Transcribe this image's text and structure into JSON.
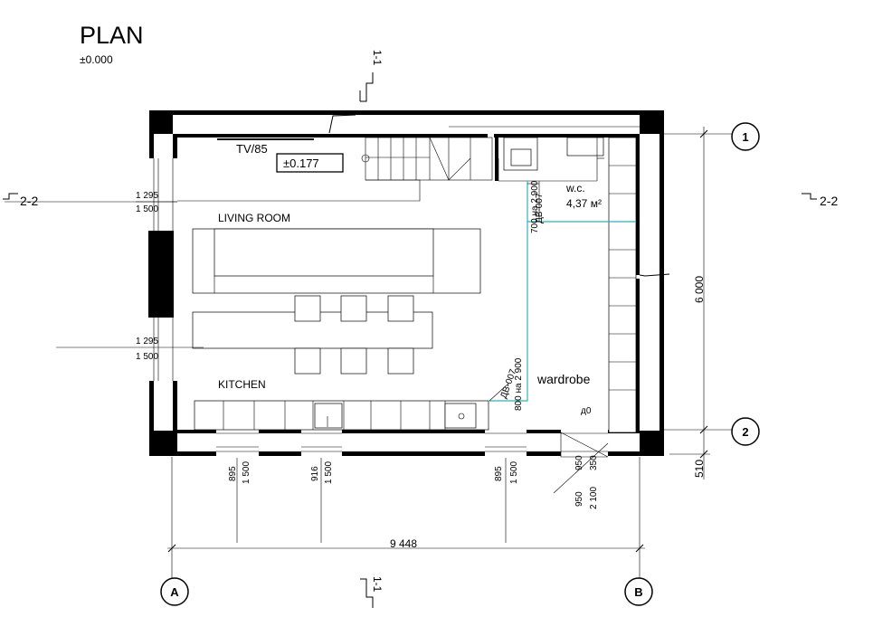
{
  "title": "PLAN",
  "level": "±0.000",
  "tv_label": "TV/85",
  "floor_level": "±0.177",
  "rooms": {
    "living": "LIVING ROOM",
    "kitchen": "KITCHEN",
    "wardrobe": "wardrobe",
    "wc_name": "w.c.",
    "wc_area": "4,37 м²"
  },
  "section_marks": {
    "top": "1-1",
    "bottom": "1-1",
    "left": "2-2",
    "right": "2-2"
  },
  "axes": {
    "row_1": "1",
    "row_2": "2",
    "col_a": "A",
    "col_b": "B"
  },
  "dimensions": {
    "overall_width": "9 448",
    "overall_depth": "6 000",
    "bottom_offset": "510",
    "window_left_upper_sill": "1 295",
    "window_left_upper_height": "1 500",
    "window_left_lower_sill": "1 295",
    "window_left_lower_height": "1 500",
    "window_1_sill": "895",
    "window_1_height": "1 500",
    "window_2_sill": "916",
    "window_2_height": "1 500",
    "window_3_sill": "895",
    "window_3_height": "1 500",
    "door_a": "950",
    "door_b": "350",
    "door_c": "950",
    "door_d": "2 100"
  },
  "doors": {
    "wc_code": "ДВ-007",
    "wc_size": "700 на 2 900",
    "wardrobe_code": "ДВ-007",
    "wardrobe_size": "800 на 2 900",
    "entry_code": "д0"
  }
}
